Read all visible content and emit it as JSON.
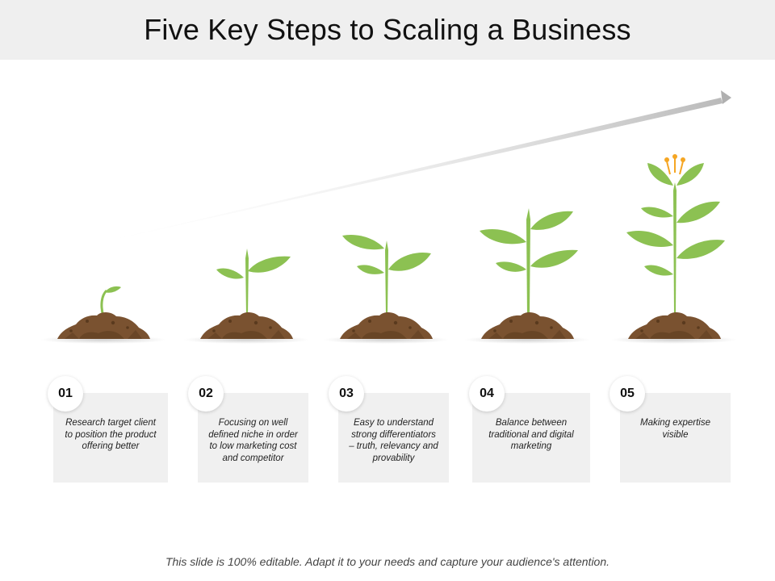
{
  "title": "Five Key Steps to Scaling a Business",
  "steps": [
    {
      "number": "01",
      "text": "Research target client to position the product offering better"
    },
    {
      "number": "02",
      "text": "Focusing on well defined niche in order to low marketing cost and competitor"
    },
    {
      "number": "03",
      "text": "Easy to understand strong differentiators – truth, relevancy and provability"
    },
    {
      "number": "04",
      "text": "Balance between traditional and digital marketing"
    },
    {
      "number": "05",
      "text": "Making expertise visible"
    }
  ],
  "footer": "This slide is 100% editable. Adapt it to your needs and capture your audience's attention.",
  "colors": {
    "leaf": "#8cc152",
    "leaf_dark": "#6fa33a",
    "soil": "#7a5230",
    "soil_dark": "#5a3a1e",
    "flower": "#f5a623",
    "arrow": "#b8b8b8",
    "card": "#f0f0f0"
  },
  "icons": [
    "sprout-icon",
    "growth-arrow-icon",
    "flower-icon"
  ]
}
